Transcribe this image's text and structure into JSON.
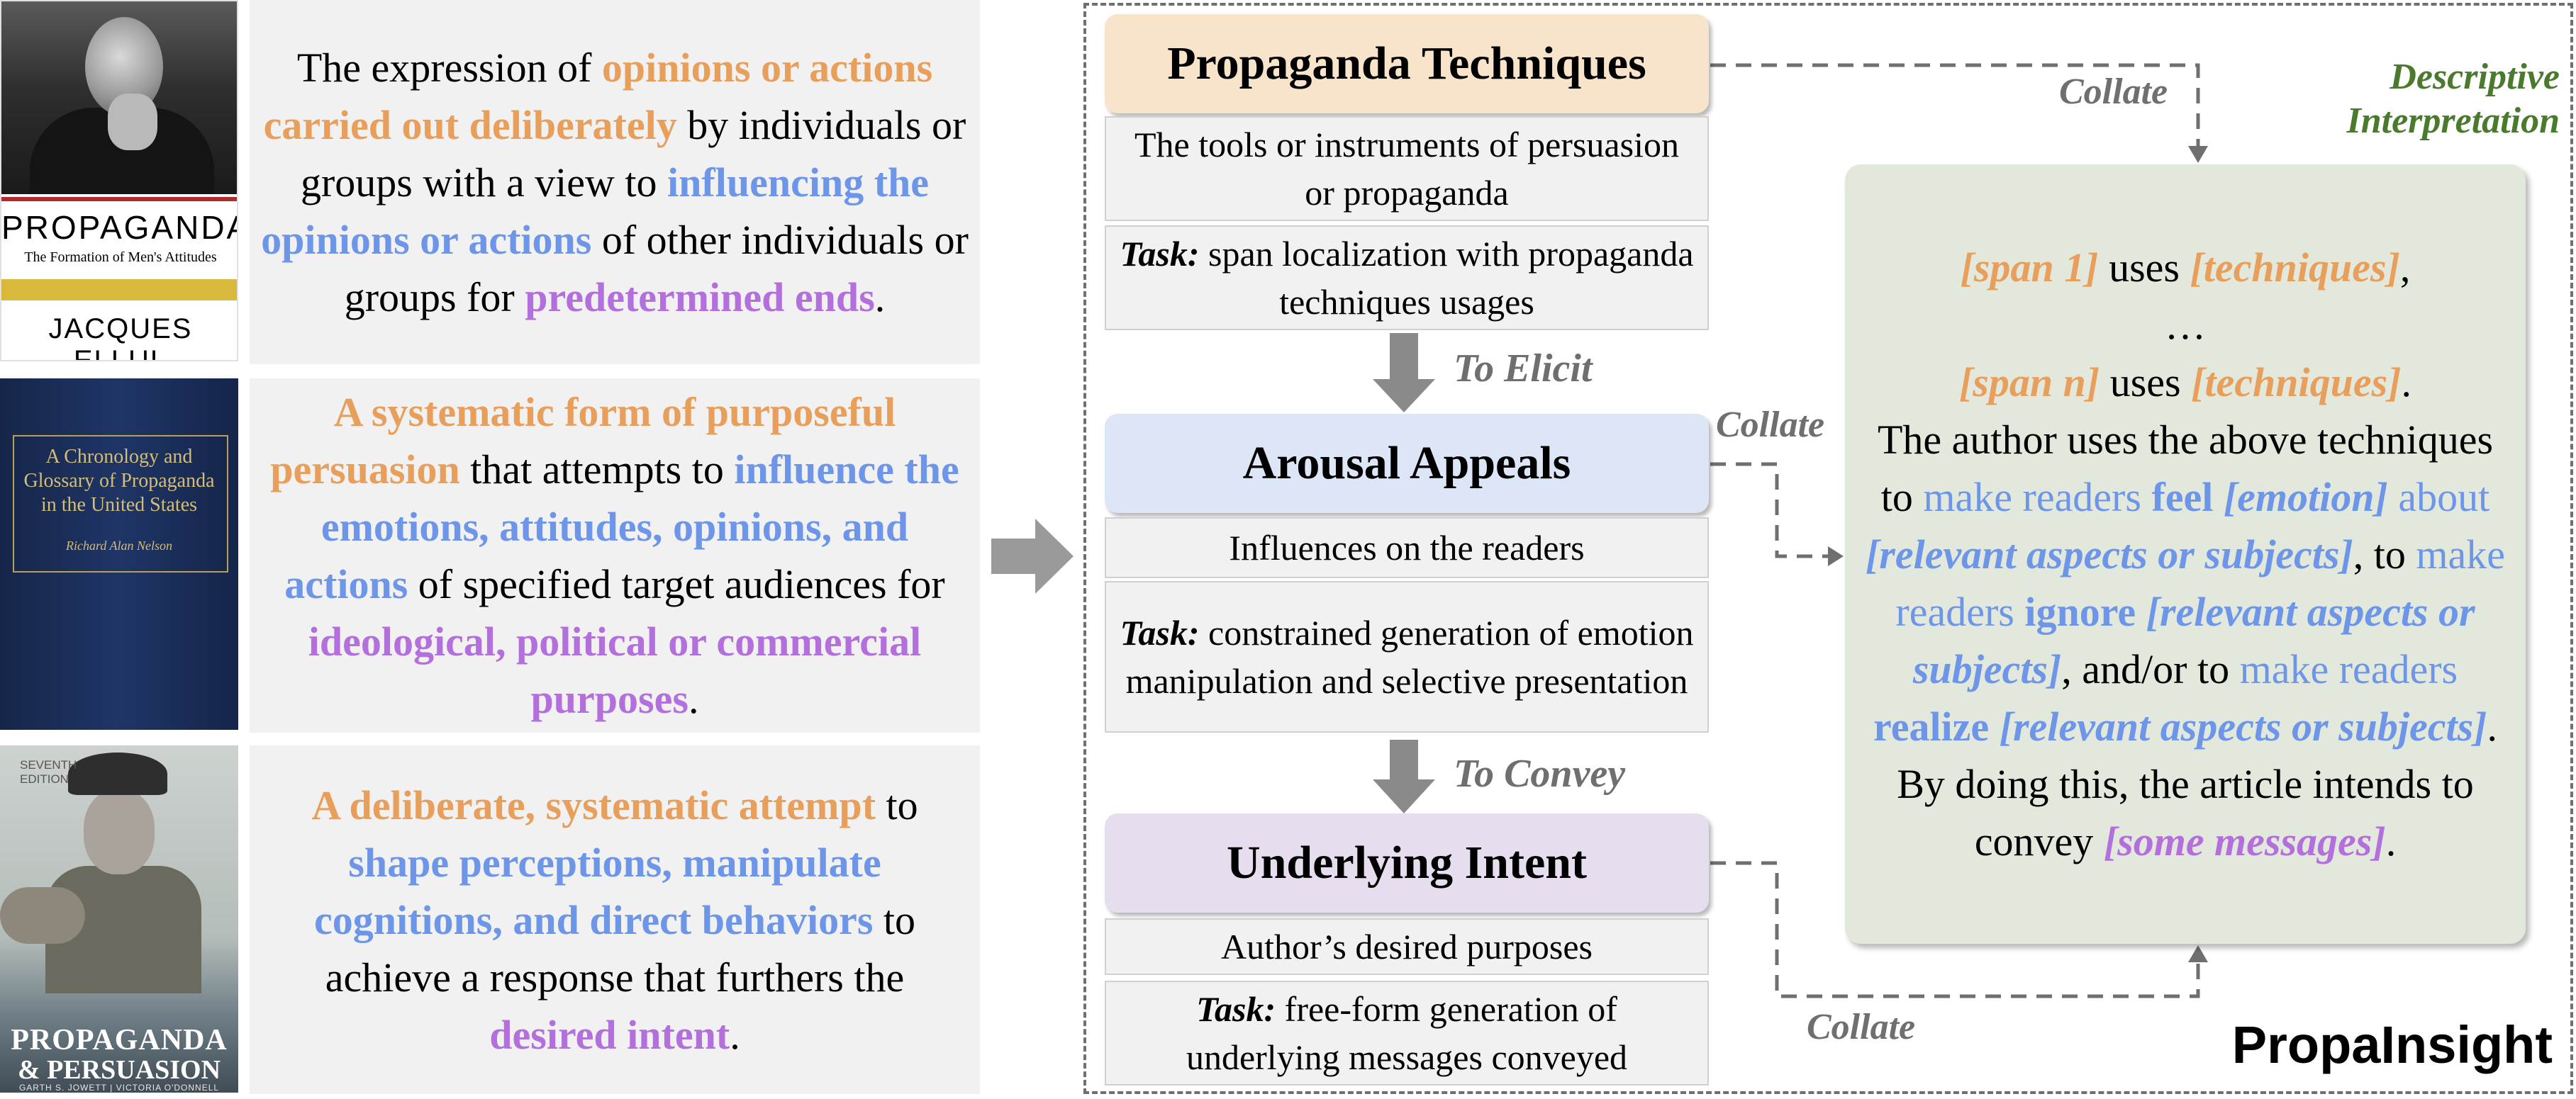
{
  "covers": {
    "c1_title": "PROPAGANDA",
    "c1_subtitle": "The Formation of Men's Attitudes",
    "c1_author": "JACQUES ELLUL",
    "c2_title": "A Chronology and Glossary of Propaganda in the United States",
    "c2_author": "Richard Alan Nelson",
    "c3_edition": "SEVENTH EDITION",
    "c3_title_1": "PROPAGANDA",
    "c3_title_2": "& PERSUASION",
    "c3_authors": "GARTH S. JOWETT | VICTORIA O'DONNELL"
  },
  "definitions": {
    "d1": [
      "The expression of ",
      "opinions or actions carried out deliberately",
      " by individuals or groups with a view to ",
      "influencing the opinions or actions",
      " of other individuals or groups for ",
      "predetermined ends",
      "."
    ],
    "d2": [
      "A systematic form of purposeful persuasion",
      " that attempts to ",
      "influence the emotions, attitudes, opinions, and actions",
      " of specified target audiences for ",
      "ideological, political or commercial purposes",
      "."
    ],
    "d3": [
      "A deliberate, systematic attempt",
      " to ",
      "shape perceptions, manipulate cognitions, and direct behaviors",
      " to achieve a response that furthers the ",
      "desired intent",
      "."
    ]
  },
  "modules": {
    "techniques": {
      "title": "Propaganda Techniques",
      "desc": "The tools or instruments of persuasion or propaganda",
      "task_label": "Task:",
      "task": " span localization with propaganda techniques usages"
    },
    "arousal": {
      "title": "Arousal Appeals",
      "desc": "Influences on the readers",
      "task_label": "Task:",
      "task": " constrained generation of emotion manipulation and selective presentation"
    },
    "intent": {
      "title": "Underlying Intent",
      "desc": "Author’s desired purposes",
      "task_label": "Task:",
      "task": " free-form generation of underlying messages conveyed"
    }
  },
  "connectors": {
    "to_elicit": "To Elicit",
    "to_convey": "To Convey",
    "collate": "Collate"
  },
  "interpretation": {
    "label": "Descriptive Interpretation",
    "span1": "[span 1]",
    "uses": " uses ",
    "techniques": "[techniques]",
    "comma": ",",
    "ellipsis": "…",
    "spann": "[span n]",
    "period": ".",
    "s2a": "The author uses the above techniques to ",
    "make_readers": "make readers",
    "feel": "feel",
    "emotion": "[emotion]",
    "about": " about ",
    "relevant": "[relevant aspects or subjects]",
    "to": ", to ",
    "ignore": "ignore",
    "andor": ", and/or to ",
    "realize": "realize",
    "s3": "By doing this, the article intends to convey ",
    "messages": "[some messages]"
  },
  "system_name": "PropaInsight",
  "colors": {
    "technique": "#e89f5b",
    "emotion": "#6d95e8",
    "intent": "#b36fdb",
    "interp_label": "#4a7a2d"
  }
}
